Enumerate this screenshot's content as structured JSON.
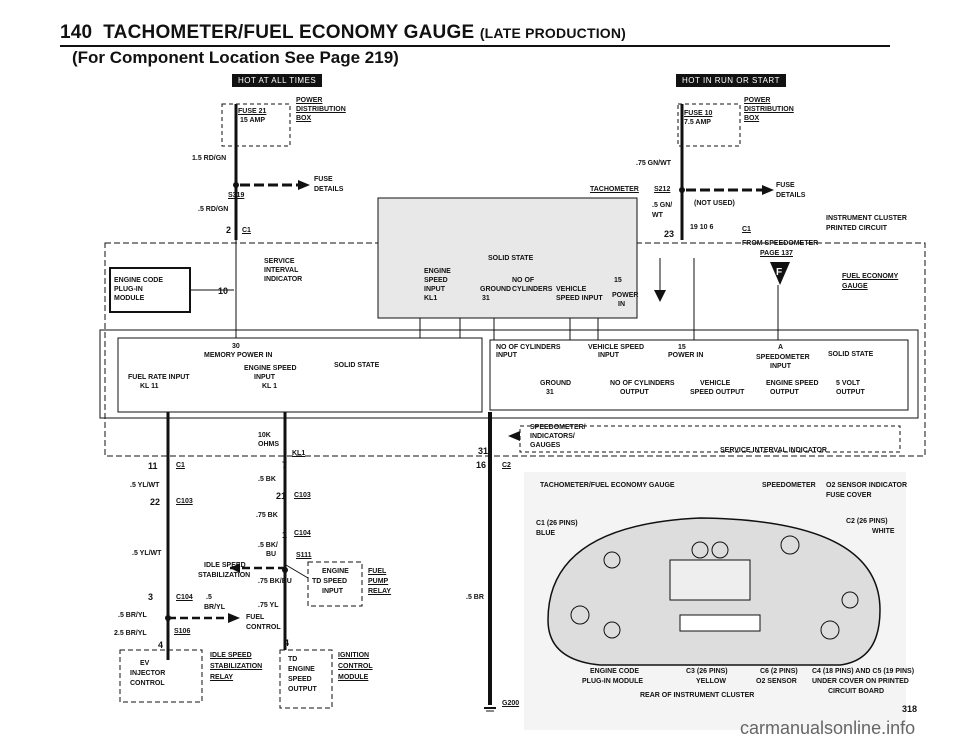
{
  "header": {
    "page_number": "140",
    "title": "TACHOMETER/FUEL ECONOMY GAUGE",
    "title_suffix": "(LATE PRODUCTION)",
    "subtitle": "(For Component Location See Page 219)"
  },
  "power_left": {
    "badge": "HOT AT ALL TIMES",
    "fuse": "FUSE 21",
    "amp": "15 AMP",
    "distribution": [
      "POWER",
      "DISTRIBUTION",
      "BOX"
    ],
    "wire1": "1.5 RD/GN",
    "splice": "S319",
    "fuse_details": [
      "FUSE",
      "DETAILS"
    ],
    "wire2": ".5 RD/GN",
    "conn": "C1",
    "pin": "2"
  },
  "power_right": {
    "badge": "HOT IN RUN OR START",
    "fuse": "FUSE 10",
    "amp": "7.5 AMP",
    "distribution": [
      "POWER",
      "DISTRIBUTION",
      "BOX"
    ],
    "wire1": ".75 GN/WT",
    "tachometer": "TACHOMETER",
    "splice": "S212",
    "fuse_details": [
      "FUSE",
      "DETAILS"
    ],
    "wire2": ".5 GN/",
    "wire2b": "WT",
    "not_used": "(NOT USED)",
    "pins": "19   10   6",
    "conn": "C1",
    "pin": "23"
  },
  "cluster": {
    "label": [
      "INSTRUMENT CLUSTER",
      "PRINTED CIRCUIT"
    ],
    "from_speedo": [
      "FROM SPEEDOMETER",
      "PAGE 137"
    ],
    "f_marker": "F",
    "fuel_economy_gauge": [
      "FUEL ECONOMY",
      "GAUGE"
    ],
    "solid_state": "SOLID STATE",
    "service_interval": [
      "SERVICE",
      "INTERVAL",
      "INDICATOR"
    ],
    "engine_code": [
      "ENGINE CODE",
      "PLUG-IN",
      "MODULE"
    ],
    "c4_left": "10",
    "inputs_top": [
      "ENGINE",
      "SPEED",
      "INPUT",
      "KL1"
    ],
    "no_of_cyl": [
      "NO OF",
      "CYLINDERS",
      "31"
    ],
    "ground": "GROUND",
    "vehicle_speed": [
      "VEHICLE",
      "SPEED INPUT"
    ],
    "power_in": [
      "POWER",
      "IN"
    ],
    "p15": "15",
    "left_box": [
      "30",
      "MEMORY POWER IN",
      "ENGINE SPEED",
      "INPUT",
      "KL 1",
      "SOLID STATE",
      "FUEL RATE INPUT",
      "KL 11"
    ],
    "right_box": [
      "NO OF CYLINDERS",
      "INPUT",
      "VEHICLE SPEED",
      "INPUT",
      "15",
      "POWER IN",
      "A",
      "SPEEDOMETER",
      "INPUT",
      "SOLID STATE",
      "GROUND",
      "31",
      "NO OF CYLINDERS",
      "OUTPUT",
      "VEHICLE",
      "SPEED OUTPUT",
      "ENGINE SPEED",
      "OUTPUT",
      "5 VOLT",
      "OUTPUT"
    ],
    "ohms": [
      "10K",
      "OHMS"
    ],
    "kl1": "KL1",
    "speedo_indicators": [
      "SPEEDOMETER/",
      "INDICATORS/",
      "GAUGES"
    ],
    "service_interval_indicator": "SERVICE INTERVAL INDICATOR"
  },
  "harness": {
    "w1": ".5 YL/WT",
    "c103": "C103",
    "c1_11": "11",
    "c1": "C1",
    "w2": ".5 YL/WT",
    "p22": "22",
    "bk1": ".5 BK",
    "p7": "7",
    "p21": "21",
    "bk2": ".75 BK",
    "c104": "C104",
    "p1": "1",
    "bk3": ".5 BK/",
    "bu": "BU",
    "s111": "S111",
    "idle": [
      "IDLE SPEED",
      "STABILIZATION"
    ],
    "bkbu": ".75 BK/BU",
    "engine_td": [
      "ENGINE",
      "TD SPEED",
      "INPUT"
    ],
    "fuel_pump": [
      "FUEL",
      "PUMP",
      "RELAY"
    ],
    "p3": "3",
    "c104b": "C104",
    "p5": ".5",
    "brl": "BR/YL",
    "w3": ".5 BR/YL",
    "w4": "2.5 BR/YL",
    "s106": "S106",
    "yl75": ".75 YL",
    "fuel_control": [
      "FUEL",
      "CONTROL"
    ],
    "p4a": "4",
    "p4b": "4",
    "ev": [
      "EV",
      "INJECTOR",
      "CONTROL"
    ],
    "idle_relay": [
      "IDLE SPEED",
      "STABILIZATION",
      "RELAY"
    ],
    "td_output": [
      "TD",
      "ENGINE",
      "SPEED",
      "OUTPUT"
    ],
    "ignition": [
      "IGNITION",
      "CONTROL",
      "MODULE"
    ],
    "br5": ".5 BR",
    "c2": "C2",
    "p16": "16",
    "p31": "31",
    "g200": "G200"
  },
  "photo": {
    "tach_gauge": "TACHOMETER/FUEL ECONOMY GAUGE",
    "speedometer": "SPEEDOMETER",
    "o2": [
      "O2 SENSOR INDICATOR",
      "FUSE COVER"
    ],
    "c1pins": [
      "C1 (26 PINS)",
      "BLUE"
    ],
    "c2pins": [
      "C2 (26 PINS)",
      "WHITE"
    ],
    "engine_code": [
      "ENGINE CODE",
      "PLUG-IN MODULE"
    ],
    "c3": [
      "C3 (26 PINS)",
      "YELLOW"
    ],
    "c6": [
      "C6 (2 PINS)",
      "O2 SENSOR"
    ],
    "c4": [
      "C4 (18 PINS) AND C5 (19 PINS)",
      "UNDER COVER ON PRINTED",
      "CIRCUIT BOARD"
    ],
    "rear": "REAR OF INSTRUMENT CLUSTER"
  },
  "footer": {
    "code": "318",
    "watermark": "carmanualsonline.info"
  }
}
